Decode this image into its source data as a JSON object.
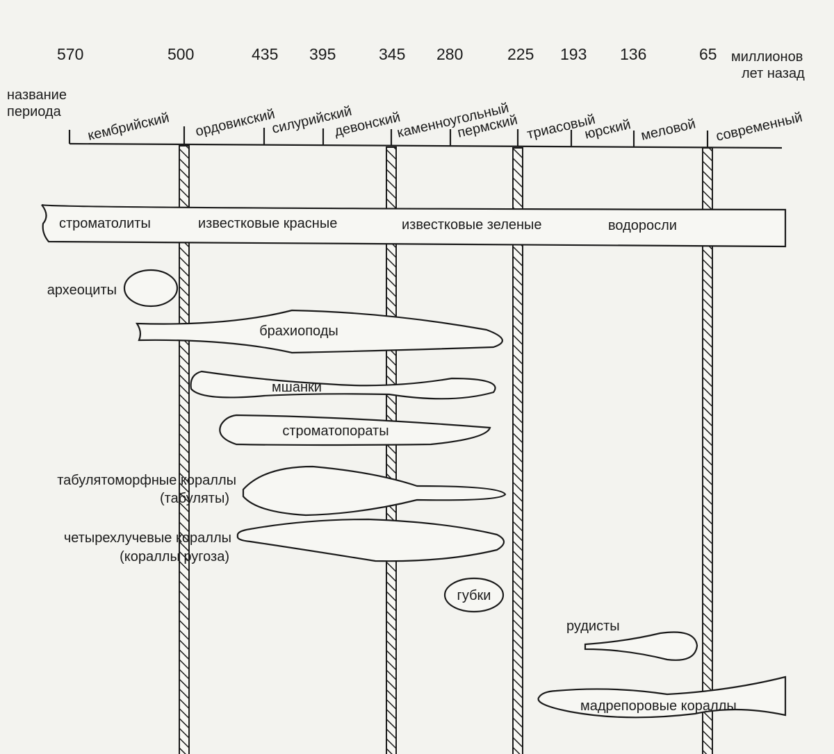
{
  "time_axis": {
    "ages": [
      "570",
      "500",
      "435",
      "395",
      "345",
      "280",
      "225",
      "193",
      "136",
      "65"
    ],
    "unit_line1": "миллионов",
    "unit_line2": "лет назад",
    "period_caption_line1": "название",
    "period_caption_line2": "периода",
    "periods": [
      "кембрийский",
      "ордовикский",
      "силурийский",
      "девонский",
      "каменноугольный",
      "пермский",
      "триасовый",
      "юрский",
      "меловой",
      "современный"
    ]
  },
  "algae_band": {
    "labels": [
      "строматолиты",
      "известковые красные",
      "известковые зеленые",
      "водоросли"
    ]
  },
  "groups": {
    "archaeocyatha": "археоциты",
    "brachiopods": "брахиоподы",
    "bryozoa": "мшанки",
    "stromatoporoids": "строматопораты",
    "tabulate_line1": "табулятоморфные кораллы",
    "tabulate_line2": "(табуляты)",
    "rugose_line1": "четырехлучевые кораллы",
    "rugose_line2": "(кораллы ругоза)",
    "sponges": "губки",
    "rudists": "рудисты",
    "scleractinia": "мадрепоровые кораллы"
  },
  "extinction_boundaries_ma": [
    500,
    345,
    225,
    65
  ]
}
